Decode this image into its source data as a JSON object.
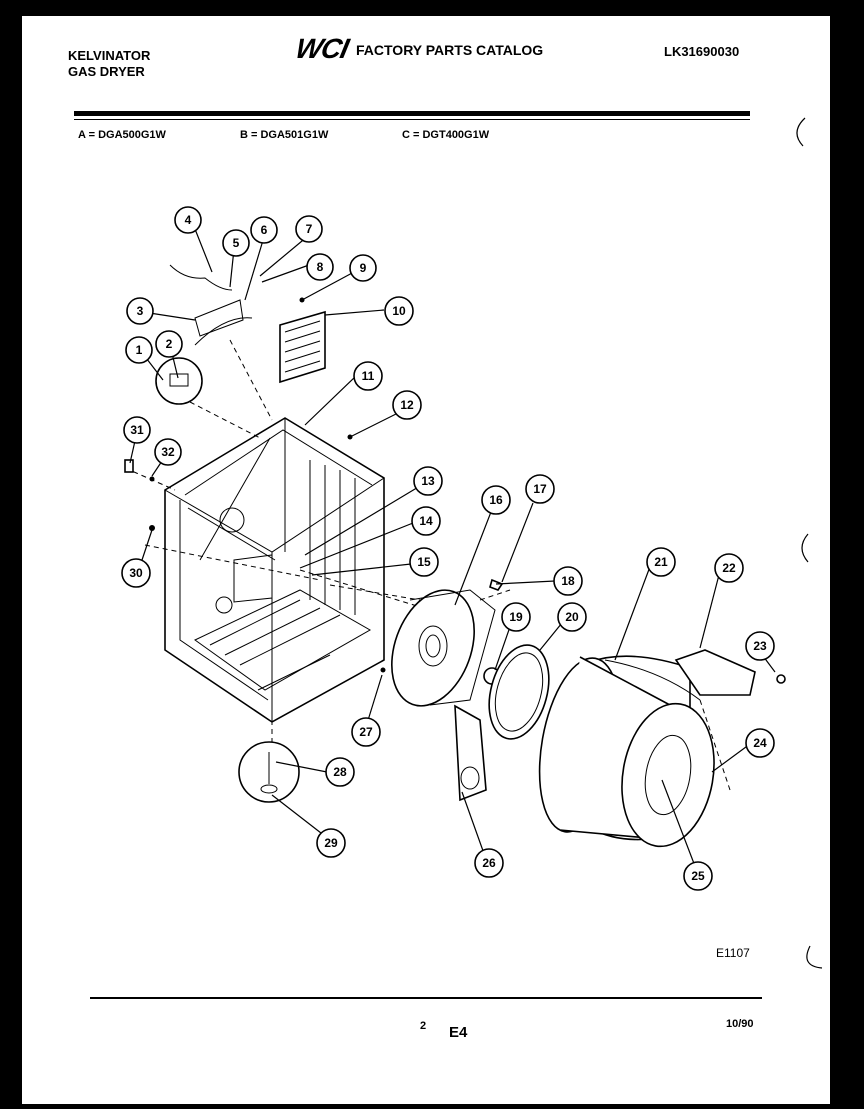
{
  "header": {
    "brand_line1": "KELVINATOR",
    "brand_line2": "GAS DRYER",
    "logo": "WCI",
    "catalog_title": "FACTORY PARTS CATALOG",
    "catalog_code": "LK31690030"
  },
  "models": [
    {
      "label": "A = DGA500G1W"
    },
    {
      "label": "B = DGA501G1W"
    },
    {
      "label": "C = DGT400G1W"
    }
  ],
  "figure_code": "E1107",
  "footer": {
    "page_number": "2",
    "section_code": "E4",
    "date": "10/90"
  },
  "callouts": [
    "1",
    "2",
    "3",
    "4",
    "5",
    "6",
    "7",
    "8",
    "9",
    "10",
    "11",
    "12",
    "13",
    "14",
    "15",
    "16",
    "17",
    "18",
    "19",
    "20",
    "21",
    "22",
    "23",
    "24",
    "25",
    "26",
    "27",
    "28",
    "29",
    "30",
    "31",
    "32"
  ]
}
